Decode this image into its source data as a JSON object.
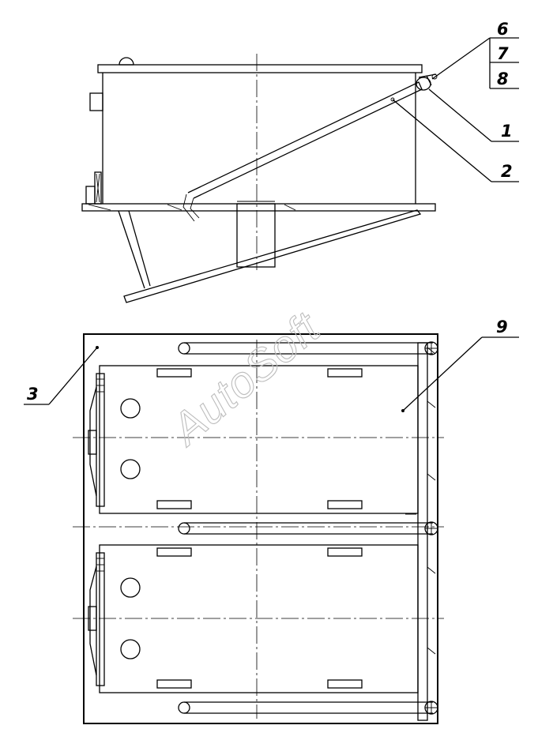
{
  "watermark": "AutoSoft",
  "callouts": {
    "c6": "6",
    "c7": "7",
    "c8": "8",
    "c1": "1",
    "c2": "2",
    "c3": "3",
    "c9": "9"
  }
}
